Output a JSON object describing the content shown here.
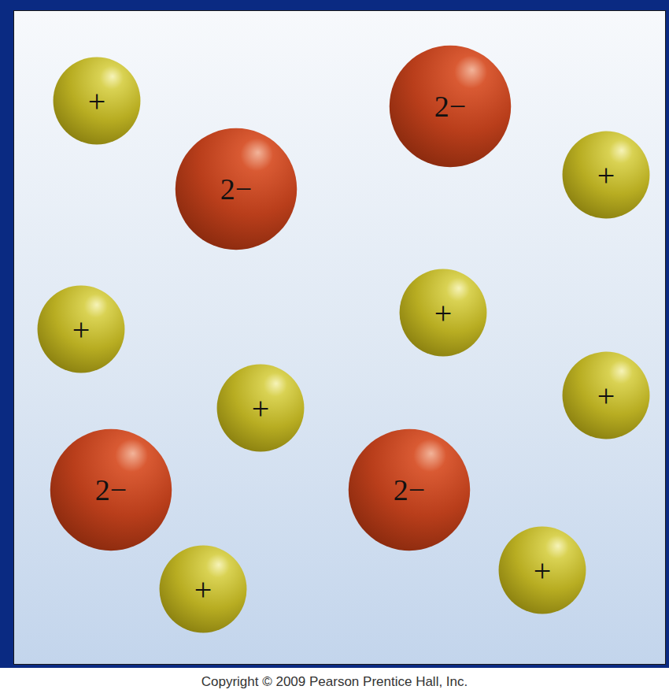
{
  "diagram": {
    "nodes": [
      {
        "text": [
          "+"
        ]
      },
      {
        "text": [
          "2−"
        ]
      },
      {
        "text": [
          "2−"
        ]
      },
      {
        "text": [
          "+"
        ]
      },
      {
        "text": [
          "+"
        ]
      },
      {
        "text": [
          "+"
        ]
      },
      {
        "text": [
          "+"
        ]
      },
      {
        "text": [
          "+"
        ]
      },
      {
        "text": [
          "2−"
        ]
      },
      {
        "text": [
          "2−"
        ]
      },
      {
        "text": [
          "+"
        ]
      },
      {
        "text": [
          "+"
        ]
      }
    ],
    "labels": [
      "Copyright © 2009 Pearson Prentice Hall, Inc."
    ]
  }
}
